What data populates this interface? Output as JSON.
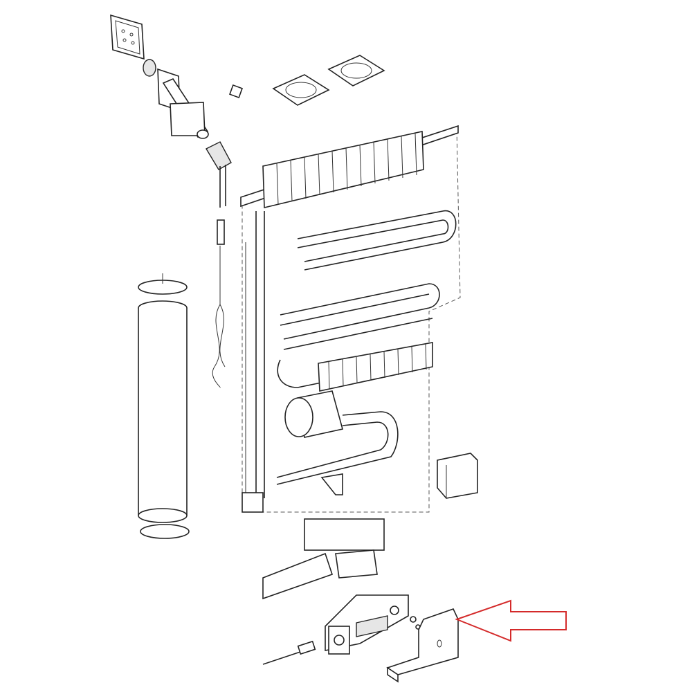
{
  "diagram": {
    "components": [
      "vent-plate",
      "flue-pipe",
      "fan",
      "fan",
      "condenser",
      "evaporator-tubes",
      "absorber-coil",
      "boiler-canister",
      "burner-tube",
      "thermocouple-wire",
      "cover-box",
      "burner-assembly",
      "mounting-bracket",
      "gas-line"
    ],
    "highlight": {
      "target": "mounting-bracket",
      "arrow_color": "#d42a2a"
    },
    "line_color": "#222222"
  }
}
